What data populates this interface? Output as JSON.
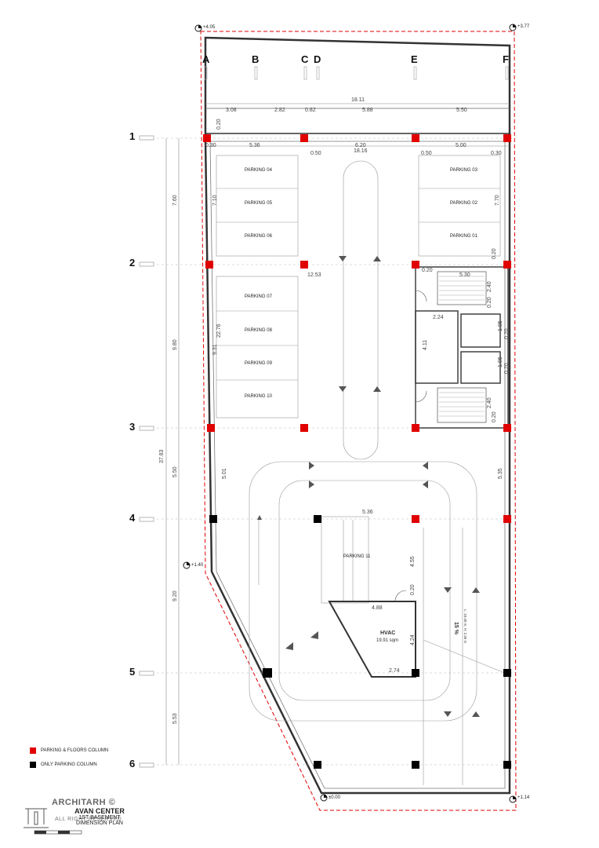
{
  "title": {
    "project": "AVAN CENTER",
    "sheet_line1": "1ST BASEMENT",
    "sheet_line2": "DIMENSION PLAN"
  },
  "watermark": {
    "brand": "ARCHITARH",
    "rights": "ALL RIGHT RESERVED",
    "mark": "©"
  },
  "legend": [
    {
      "label": "PARKING & FLOORS COLUMN",
      "color": "#e00000"
    },
    {
      "label": "ONLY PARKING COLUMN",
      "color": "#000000"
    }
  ],
  "grid_columns": [
    "A",
    "B",
    "C",
    "D",
    "E",
    "F"
  ],
  "grid_rows": [
    "1",
    "2",
    "3",
    "4",
    "5",
    "6"
  ],
  "elevations": {
    "top_left": "+4.05",
    "top_right": "+3.77",
    "mid_left": "+1.40",
    "bottom_mid": "±0.00",
    "bottom_right": "+1.14"
  },
  "dimensions": {
    "top_total": "18.11",
    "top_segs": [
      "3.08",
      "2.82",
      "0.82",
      "5.88",
      "5.50"
    ],
    "row1_segs": [
      "0.30",
      "5.36",
      "0.50",
      "6.20",
      "0.50",
      "5.00",
      "0.30"
    ],
    "row1_total": "18.16",
    "left_total": "37.83",
    "left_segs": [
      "7.60",
      "9.80",
      "5.50",
      "9.20",
      "5.53"
    ],
    "misc": [
      "0.20",
      "7.10",
      "7.70",
      "0.20",
      "0.20",
      "5.30",
      "2.40",
      "0.20",
      "12.53",
      "22.76",
      "9.31",
      "2.24",
      "1.95",
      "0.20",
      "4.11",
      "1.95",
      "0.20",
      "2.40",
      "0.20",
      "5.01",
      "5.35",
      "5.36",
      "4.55",
      "0.20",
      "4.88",
      "4.24",
      "2.74"
    ]
  },
  "spaces": {
    "parking": [
      "PARKING 01",
      "PARKING 02",
      "PARKING 03",
      "PARKING 04",
      "PARKING 05",
      "PARKING 06",
      "PARKING 07",
      "PARKING 08",
      "PARKING 09",
      "PARKING 10",
      "PARKING 11"
    ],
    "hvac_name": "HVAC",
    "hvac_area": "19.91 sqm",
    "ramp_slope": "15 %",
    "ramp_note": "L: 18.40 m, H: 2.36 m"
  }
}
